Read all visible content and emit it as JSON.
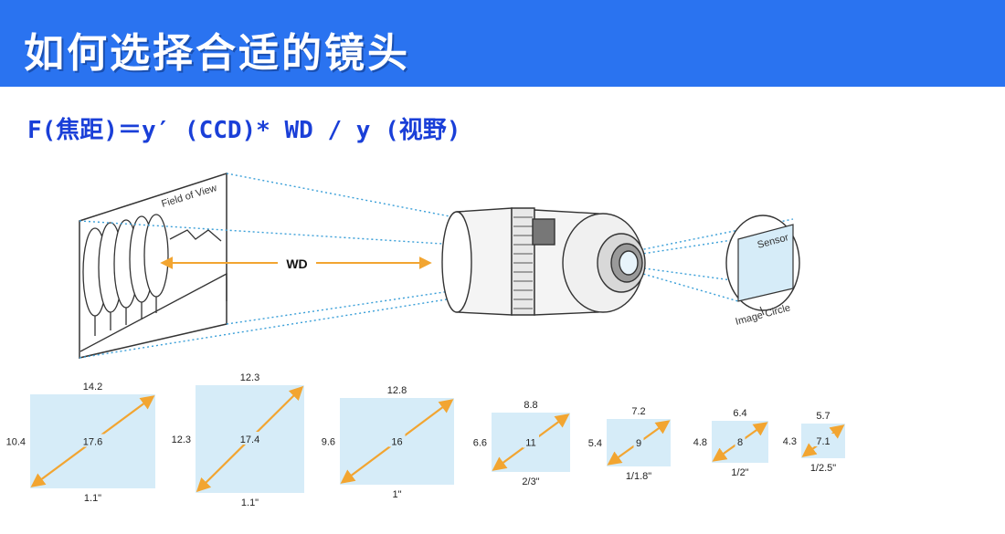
{
  "header": {
    "title": "如何选择合适的镜头"
  },
  "formula": {
    "text": "F(焦距)＝y′ (CCD)* WD / y (视野)"
  },
  "illustration": {
    "field_of_view_label": "Field of View",
    "wd_label": "WD",
    "sensor_label": "Sensor",
    "image_circle_label": "Image Circle"
  },
  "sensors": [
    {
      "format": "1.1\"",
      "width": "14.2",
      "height": "10.4",
      "diagonal": "17.6"
    },
    {
      "format": "1.1\"",
      "width": "12.3",
      "height": "12.3",
      "diagonal": "17.4"
    },
    {
      "format": "1\"",
      "width": "12.8",
      "height": "9.6",
      "diagonal": "16"
    },
    {
      "format": "2/3\"",
      "width": "8.8",
      "height": "6.6",
      "diagonal": "11"
    },
    {
      "format": "1/1.8\"",
      "width": "7.2",
      "height": "5.4",
      "diagonal": "9"
    },
    {
      "format": "1/2\"",
      "width": "6.4",
      "height": "4.8",
      "diagonal": "8"
    },
    {
      "format": "1/2.5\"",
      "width": "5.7",
      "height": "4.3",
      "diagonal": "7.1"
    }
  ],
  "colors": {
    "header": "#2a73f0",
    "formula": "#1a3fd8",
    "sensor_fill": "#d6ecf8",
    "arrow": "#f2a531",
    "dotted": "#3a9fd8"
  }
}
